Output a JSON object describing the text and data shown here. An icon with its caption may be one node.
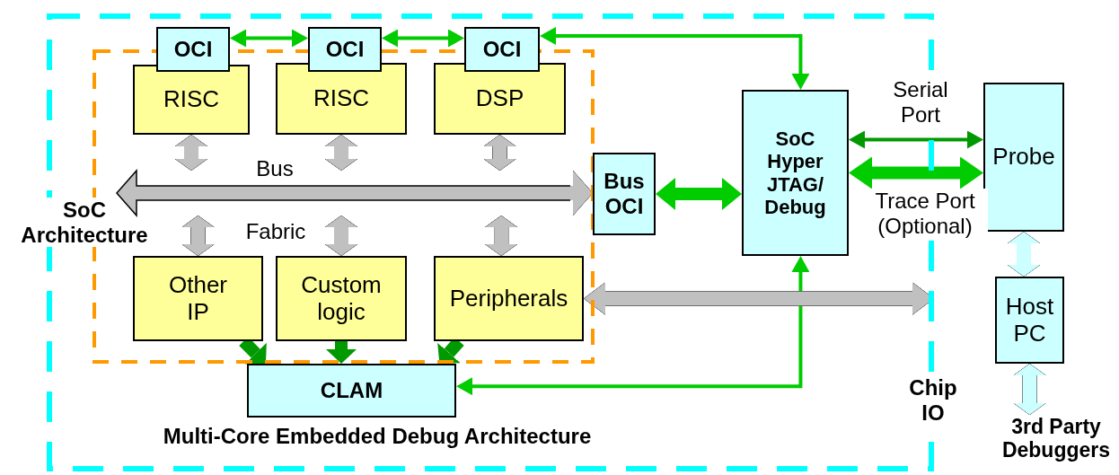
{
  "diagram": {
    "caption": "Multi-Core Embedded Debug Architecture",
    "nodes": [
      {
        "text": [
          "Chip IO"
        ]
      },
      {
        "text": [
          "SoC Architecture"
        ],
        "in": 0
      },
      {
        "text": [
          "RISC"
        ],
        "in": 1
      },
      {
        "text": [
          "RISC"
        ],
        "in": 1
      },
      {
        "text": [
          "DSP"
        ],
        "in": 1
      },
      {
        "text": [
          "OCI"
        ],
        "in": 0
      },
      {
        "text": [
          "OCI"
        ],
        "in": 0
      },
      {
        "text": [
          "OCI"
        ],
        "in": 0
      },
      {
        "text": [
          "Bus",
          "Fabric"
        ],
        "in": 1
      },
      {
        "text": [
          "Other IP"
        ],
        "in": 1
      },
      {
        "text": [
          "Custom logic"
        ],
        "in": 1
      },
      {
        "text": [
          "Peripherals"
        ],
        "in": 1
      },
      {
        "text": [
          "Bus OCI"
        ],
        "in": 0
      },
      {
        "text": [
          "SoC Hyper JTAG/ Debug"
        ],
        "in": 0
      },
      {
        "text": [
          "CLAM"
        ],
        "in": 0
      },
      {
        "text": [
          "Probe"
        ]
      },
      {
        "text": [
          "Host PC"
        ]
      },
      {
        "text": [
          "3rd Party Debuggers"
        ]
      }
    ],
    "edges": [
      {
        "from": 5,
        "to": 6,
        "arrow": "both",
        "color": "#00cc00"
      },
      {
        "from": 6,
        "to": 7,
        "arrow": "both",
        "color": "#00cc00"
      },
      {
        "from": 13,
        "to": 7,
        "arrow": "both",
        "color": "#00cc00"
      },
      {
        "from": 2,
        "to": 8,
        "arrow": "both",
        "color": "#c0c0c0"
      },
      {
        "from": 3,
        "to": 8,
        "arrow": "both",
        "color": "#c0c0c0"
      },
      {
        "from": 4,
        "to": 8,
        "arrow": "both",
        "color": "#c0c0c0"
      },
      {
        "from": 8,
        "to": 9,
        "arrow": "both",
        "color": "#c0c0c0"
      },
      {
        "from": 8,
        "to": 10,
        "arrow": "both",
        "color": "#c0c0c0"
      },
      {
        "from": 8,
        "to": 11,
        "arrow": "both",
        "color": "#c0c0c0"
      },
      {
        "from": 12,
        "to": 13,
        "arrow": "both",
        "color": "#00cc00"
      },
      {
        "from": 9,
        "to": 14,
        "arrow": "to",
        "color": "#009900"
      },
      {
        "from": 10,
        "to": 14,
        "arrow": "to",
        "color": "#009900"
      },
      {
        "from": 11,
        "to": 14,
        "arrow": "to",
        "color": "#009900"
      },
      {
        "from": 13,
        "to": 14,
        "arrow": "both",
        "color": "#00cc00"
      },
      {
        "from": 13,
        "to": 15,
        "arrow": "both",
        "label": "Serial Port",
        "color": "#009900"
      },
      {
        "from": 13,
        "to": 15,
        "arrow": "both",
        "label": "Trace Port (Optional)",
        "color": "#00cc00"
      },
      {
        "from": 11,
        "to": 0,
        "arrow": "both",
        "color": "#c0c0c0"
      },
      {
        "from": 15,
        "to": 16,
        "arrow": "both",
        "color": "#ccffff"
      },
      {
        "from": 16,
        "to": 17,
        "arrow": "both",
        "color": "#ccffff"
      },
      {
        "from": 8,
        "to": 12,
        "arrow": "to",
        "color": "#c0c0c0"
      }
    ]
  }
}
